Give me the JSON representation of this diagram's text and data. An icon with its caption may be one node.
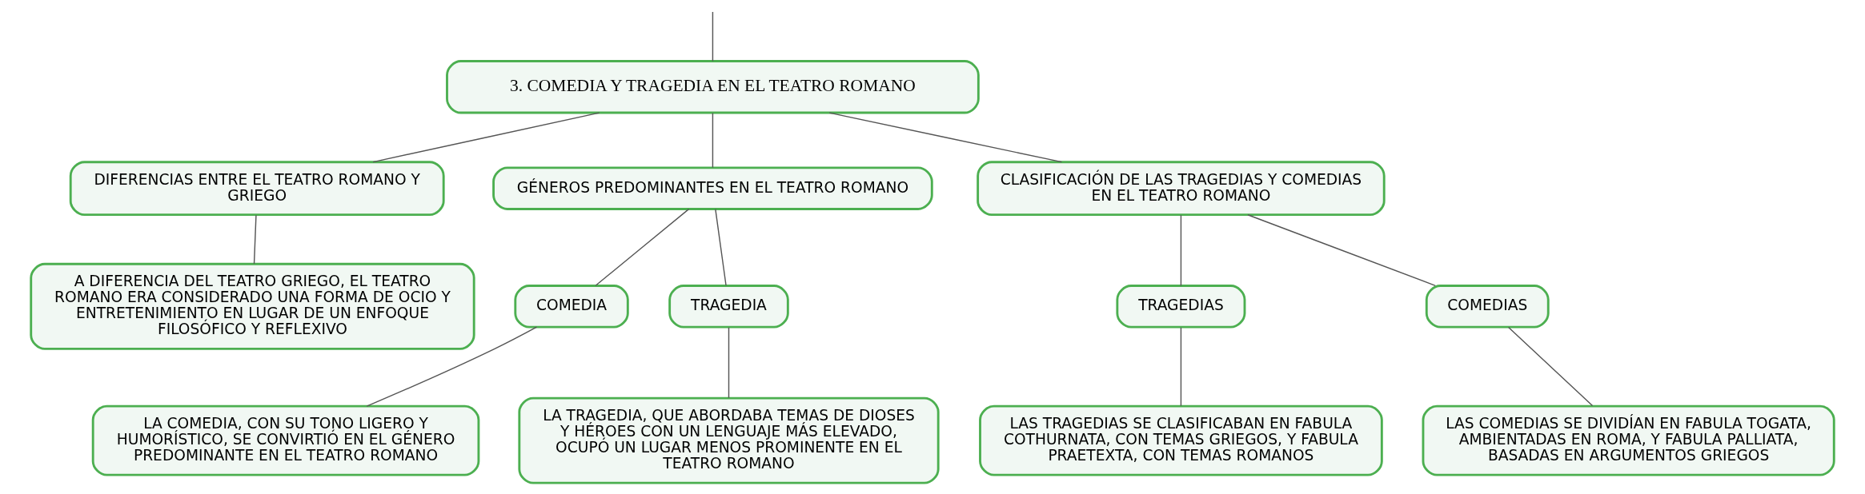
{
  "diagram": {
    "nodes": [
      {
        "text": [
          "3. COMEDIA Y TRAGEDIA EN EL TEATRO ROMANO"
        ]
      },
      {
        "text": [
          "DIFERENCIAS ENTRE EL TEATRO ROMANO Y GRIEGO"
        ]
      },
      {
        "text": [
          "A DIFERENCIA DEL TEATRO GRIEGO, EL TEATRO ROMANO ERA CONSIDERADO UNA FORMA DE OCIO Y ENTRETENIMIENTO EN LUGAR DE UN ENFOQUE FILOSÓFICO Y REFLEXIVO"
        ]
      },
      {
        "text": [
          "GÉNEROS PREDOMINANTES EN EL TEATRO ROMANO"
        ]
      },
      {
        "text": [
          "COMEDIA"
        ]
      },
      {
        "text": [
          "LA COMEDIA, CON SU TONO LIGERO Y HUMORÍSTICO, SE CONVIRTIÓ EN EL GÉNERO PREDOMINANTE EN EL TEATRO ROMANO"
        ]
      },
      {
        "text": [
          "TRAGEDIA"
        ]
      },
      {
        "text": [
          "LA TRAGEDIA, QUE ABORDABA TEMAS DE DIOSES Y HÉROES CON UN LENGUAJE MÁS ELEVADO, OCUPÓ UN LUGAR MENOS PROMINENTE EN EL TEATRO ROMANO"
        ]
      },
      {
        "text": [
          "CLASIFICACIÓN DE LAS TRAGEDIAS Y COMEDIAS EN EL TEATRO ROMANO"
        ]
      },
      {
        "text": [
          "TRAGEDIAS"
        ]
      },
      {
        "text": [
          "LAS TRAGEDIAS SE CLASIFICABAN EN FABULA COTHURNATA, CON TEMAS GRIEGOS, Y FABULA PRAETEXTA, CON TEMAS ROMANOS"
        ]
      },
      {
        "text": [
          "COMEDIAS"
        ]
      },
      {
        "text": [
          "LAS COMEDIAS SE DIVIDÍAN EN FABULA TOGATA, AMBIENTADAS EN ROMA, Y FABULA PALLIATA, BASADAS EN ARGUMENTOS GRIEGOS"
        ]
      }
    ],
    "edges": [
      {
        "from": null,
        "to": 0,
        "arrow": "none"
      },
      {
        "from": 0,
        "to": 1,
        "arrow": "none"
      },
      {
        "from": 1,
        "to": 2,
        "arrow": "none"
      },
      {
        "from": 0,
        "to": 3,
        "arrow": "none"
      },
      {
        "from": 3,
        "to": 4,
        "arrow": "none"
      },
      {
        "from": 4,
        "to": 5,
        "arrow": "none"
      },
      {
        "from": 3,
        "to": 6,
        "arrow": "none"
      },
      {
        "from": 6,
        "to": 7,
        "arrow": "none"
      },
      {
        "from": 0,
        "to": 8,
        "arrow": "none"
      },
      {
        "from": 8,
        "to": 9,
        "arrow": "none"
      },
      {
        "from": 9,
        "to": 10,
        "arrow": "none"
      },
      {
        "from": 8,
        "to": 11,
        "arrow": "none"
      },
      {
        "from": 11,
        "to": 12,
        "arrow": "none"
      }
    ]
  }
}
